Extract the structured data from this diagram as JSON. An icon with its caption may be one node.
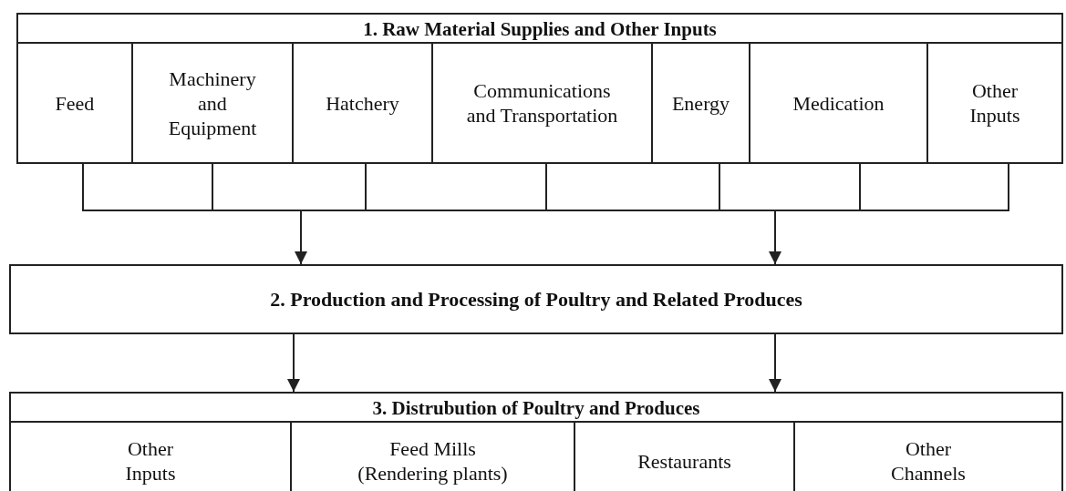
{
  "diagram": {
    "nodes": [
      {
        "text": [
          "1. Raw Material Supplies and Other Inputs"
        ]
      },
      {
        "text": [
          "Feed"
        ],
        "in": 0
      },
      {
        "text": [
          "Machinery and Equipment"
        ],
        "in": 0
      },
      {
        "text": [
          "Hatchery"
        ],
        "in": 0
      },
      {
        "text": [
          "Communications and Transportation"
        ],
        "in": 0
      },
      {
        "text": [
          "Energy"
        ],
        "in": 0
      },
      {
        "text": [
          "Medication"
        ],
        "in": 0
      },
      {
        "text": [
          "Other Inputs"
        ],
        "in": 0
      },
      {
        "text": [],
        "shape": "bar"
      },
      {
        "text": [
          "2. Production and Processing of Poultry and Related Produces"
        ]
      },
      {
        "text": [
          "3. Distrubution of Poultry and Produces"
        ]
      },
      {
        "text": [
          "Other Inputs"
        ],
        "in": 10
      },
      {
        "text": [
          "Feed Mills (Rendering plants)"
        ],
        "in": 10
      },
      {
        "text": [
          "Restaurants"
        ],
        "in": 10
      },
      {
        "text": [
          "Other Channels"
        ],
        "in": 10
      }
    ],
    "edges": [
      {
        "from": 8,
        "to": 9,
        "arrow": "to"
      },
      {
        "from": 8,
        "to": 9,
        "arrow": "to"
      },
      {
        "from": 9,
        "to": 10,
        "arrow": "to"
      },
      {
        "from": 9,
        "to": 10,
        "arrow": "to"
      }
    ]
  }
}
